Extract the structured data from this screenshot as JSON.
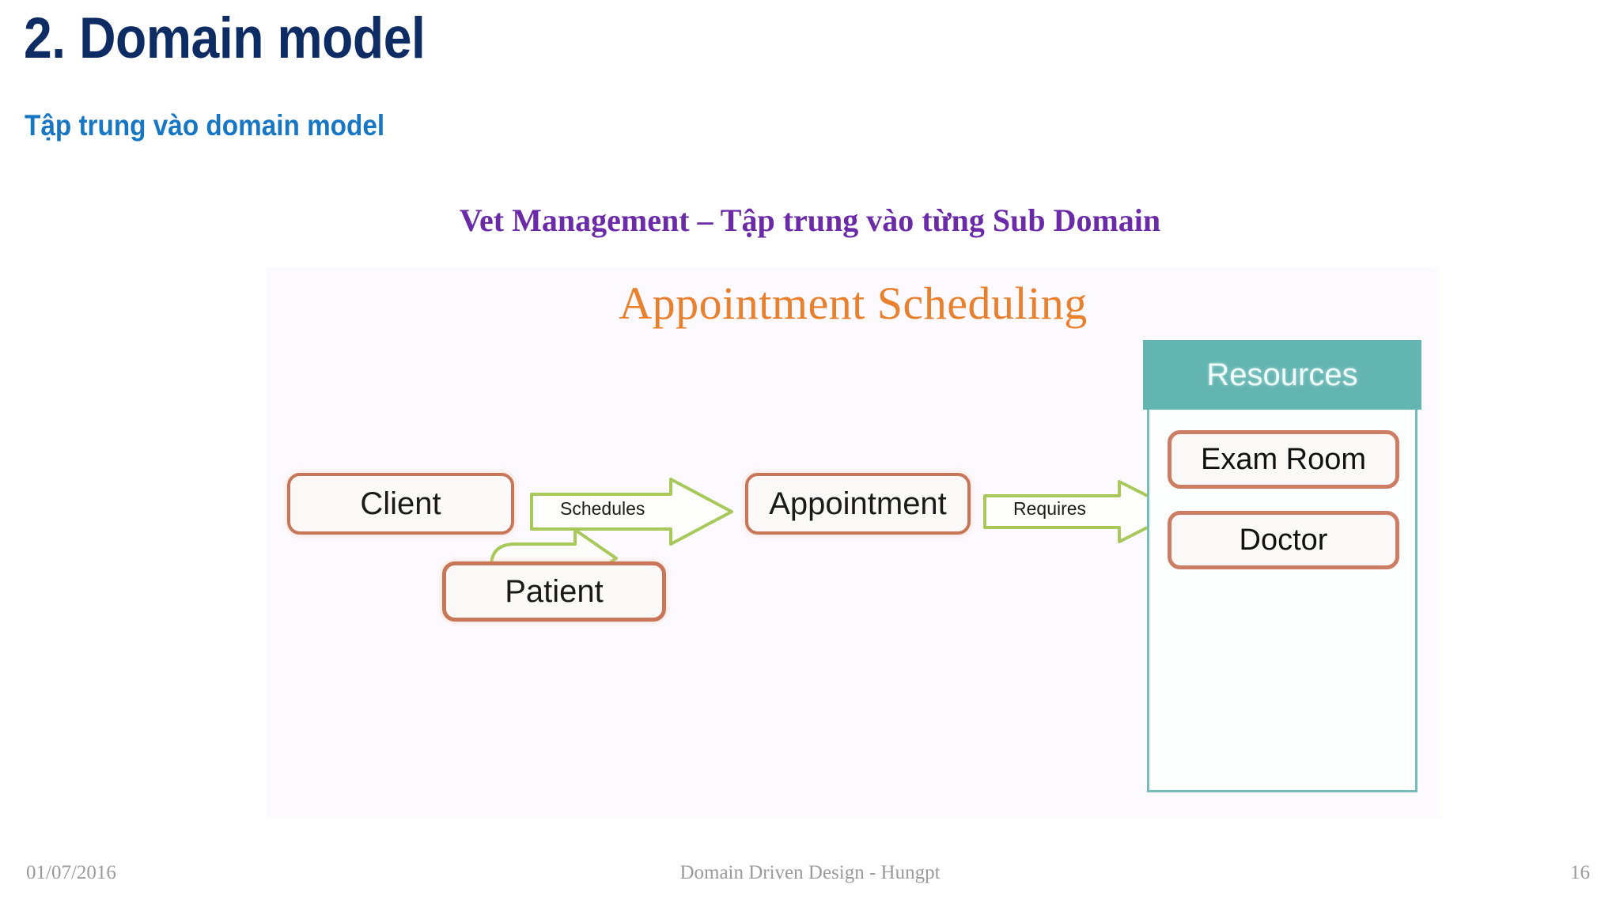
{
  "slide": {
    "title": "2. Domain model",
    "subtitle": "Tập trung vào domain model",
    "title_color": "#0d2c63",
    "subtitle_color": "#1877c4"
  },
  "section": {
    "heading": "Vet Management – Tập trung vào từng Sub Domain",
    "heading_color": "#6b2aa8"
  },
  "diagram": {
    "title": "Appointment Scheduling",
    "title_color": "#e8802e",
    "panel_background": "#fcfaff",
    "entity_border_color": "#c8765a",
    "arrow_color": "#a8c85a",
    "boxes": [
      {
        "id": "client",
        "label": "Client"
      },
      {
        "id": "appointment",
        "label": "Appointment"
      },
      {
        "id": "patient",
        "label": "Patient"
      }
    ],
    "arrows": [
      {
        "id": "schedules",
        "label": "Schedules",
        "from": "Client",
        "to": "Appointment"
      },
      {
        "id": "requires",
        "label": "Requires",
        "from": "Appointment",
        "to": "Resources"
      },
      {
        "id": "patient-elbow",
        "label": "",
        "from": "Patient",
        "to": "Appointment"
      }
    ],
    "resources": {
      "header": "Resources",
      "header_color": "#63b5b2",
      "items": [
        {
          "id": "exam-room",
          "label": "Exam Room"
        },
        {
          "id": "doctor",
          "label": "Doctor"
        }
      ]
    }
  },
  "footer": {
    "date": "01/07/2016",
    "center": "Domain Driven Design - Hungpt",
    "page": "16"
  }
}
